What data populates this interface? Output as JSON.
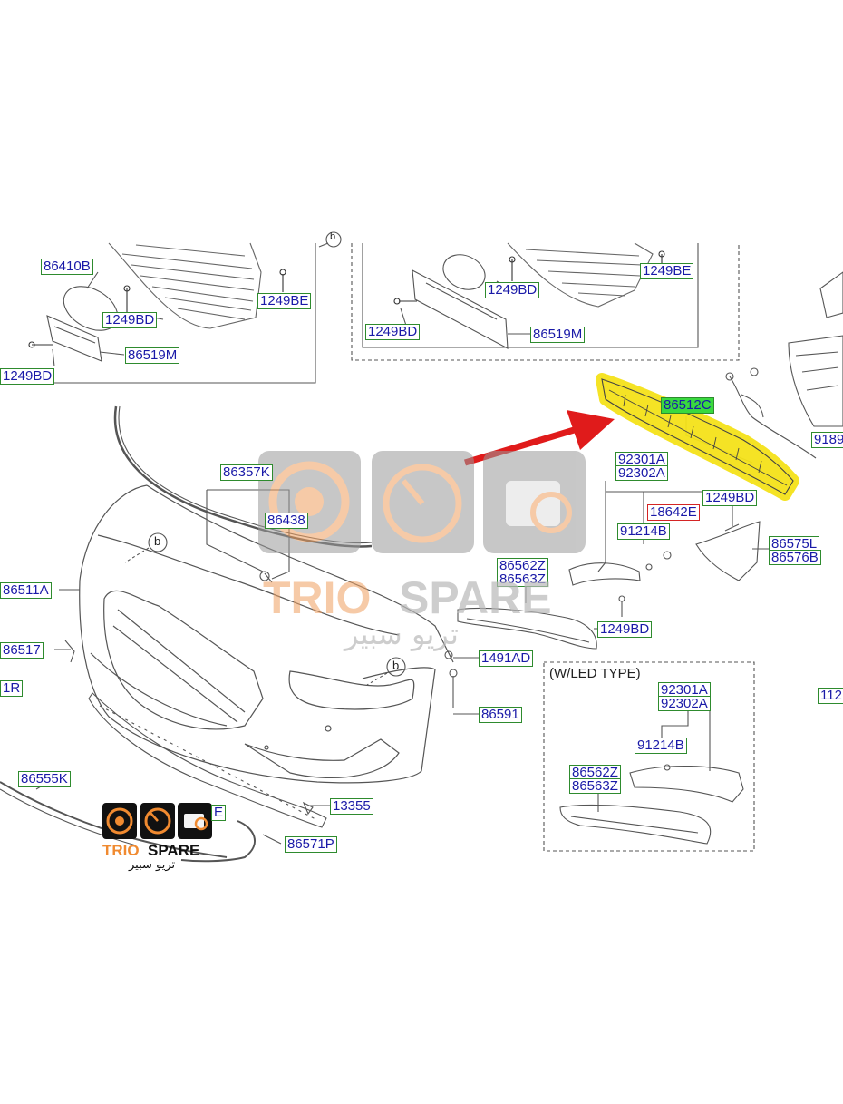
{
  "colors": {
    "label_text": "#1a1aa8",
    "label_border": "#2e8b2e",
    "label_border_alert": "#d42424",
    "highlight_label": "#39d93f",
    "highlight_part": "#f5e21a",
    "arrow": "#e01b1b",
    "line": "#555555",
    "watermark_orange": "#f0a060",
    "watermark_gray": "#b9b9b9"
  },
  "labels": {
    "l86410B": "86410B",
    "l1249BD_a": "1249BD",
    "l86519M_a": "86519M",
    "l1249BD_b": "1249BD",
    "l1249BE_a": "1249BE",
    "l1249BD_c": "1249BD",
    "l1249BE_b": "1249BE",
    "l1249BD_d": "1249BD",
    "l86519M_b": "86519M",
    "l86512C": "86512C",
    "l9189": "9189",
    "l92301A_a": "92301A",
    "l92302A_a": "92302A",
    "l18642E": "18642E",
    "l1249BD_e": "1249BD",
    "l91214B_a": "91214B",
    "l86575L": "86575L",
    "l86576B": "86576B",
    "l86357K": "86357K",
    "l86438": "86438",
    "l86511A": "86511A",
    "l86562Z_a": "86562Z",
    "l86563Z_a": "86563Z",
    "l1249BD_f": "1249BD",
    "l86517": "86517",
    "l1491AD": "1491AD",
    "l1R": "1R",
    "l112": "112",
    "l86591": "86591",
    "l92301A_b": "92301A",
    "l92302A_b": "92302A",
    "l91214B_b": "91214B",
    "l86562Z_b": "86562Z",
    "l86563Z_b": "86563Z",
    "l86555K": "86555K",
    "l13355": "13355",
    "l86571P": "86571P",
    "lE": "E"
  },
  "callouts": {
    "b1": "b",
    "b2": "b",
    "b3": "b",
    "led_type": "(W/LED TYPE)"
  },
  "watermark": {
    "brand_left": "TRIO",
    "brand_right": "SPARE",
    "arabic": "تريو سبير"
  },
  "icons": [
    "speaker-icon",
    "speedometer-icon",
    "engine-icon"
  ]
}
